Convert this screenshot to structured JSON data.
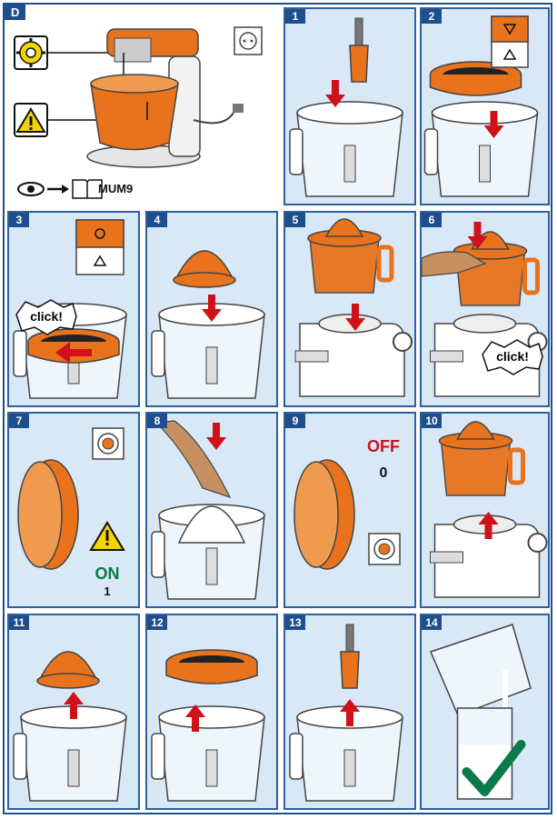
{
  "section_label": "D",
  "model_reference": "MUM9",
  "icons": {
    "overview": [
      "gear-icon",
      "warning-icon",
      "eye-icon",
      "arrow-right-icon",
      "manual-book-icon",
      "power-socket-icon"
    ],
    "colors": {
      "frame_blue": "#1f4e8c",
      "panel_bg": "#d9e8f7",
      "accent_orange": "#e8731c",
      "warning_yellow": "#f5d300",
      "on_green": "#0a7a4a",
      "off_red": "#d0111b",
      "check_green": "#0a7a4a"
    }
  },
  "steps": [
    {
      "number": "1",
      "icons": [
        "drive-shaft-icon",
        "bowl-icon",
        "arrow-down-icon"
      ]
    },
    {
      "number": "2",
      "icons": [
        "juicer-ring-icon",
        "bowl-icon",
        "alignment-marker-icon"
      ]
    },
    {
      "number": "3",
      "icons": [
        "alignment-marker-icon",
        "bowl-icon"
      ],
      "callout": "click!"
    },
    {
      "number": "4",
      "icons": [
        "juicer-cone-icon",
        "bowl-icon",
        "arrow-down-icon"
      ]
    },
    {
      "number": "5",
      "icons": [
        "juicer-assembly-icon",
        "kitchen-machine-icon",
        "arrow-down-icon"
      ]
    },
    {
      "number": "6",
      "icons": [
        "hand-icon",
        "juicer-assembly-icon",
        "kitchen-machine-icon"
      ],
      "callout": "click!"
    },
    {
      "number": "7",
      "icons": [
        "rotary-dial-icon",
        "power-plug-icon",
        "warning-icon"
      ],
      "status_text": "ON",
      "status_value": "1"
    },
    {
      "number": "8",
      "icons": [
        "hand-icon",
        "citrus-fruit-icon",
        "arrow-down-icon"
      ]
    },
    {
      "number": "9",
      "icons": [
        "rotary-dial-icon",
        "power-plug-icon"
      ],
      "status_text": "OFF",
      "status_value": "0"
    },
    {
      "number": "10",
      "icons": [
        "juicer-assembly-icon",
        "kitchen-machine-icon",
        "arrow-up-icon"
      ]
    },
    {
      "number": "11",
      "icons": [
        "juicer-cone-icon",
        "bowl-icon",
        "arrow-up-icon"
      ]
    },
    {
      "number": "12",
      "icons": [
        "juicer-ring-icon",
        "bowl-icon",
        "arrow-up-icon"
      ]
    },
    {
      "number": "13",
      "icons": [
        "drive-shaft-icon",
        "bowl-icon",
        "arrow-up-icon"
      ]
    },
    {
      "number": "14",
      "icons": [
        "pouring-bowl-icon",
        "glass-icon",
        "checkmark-icon"
      ]
    }
  ]
}
